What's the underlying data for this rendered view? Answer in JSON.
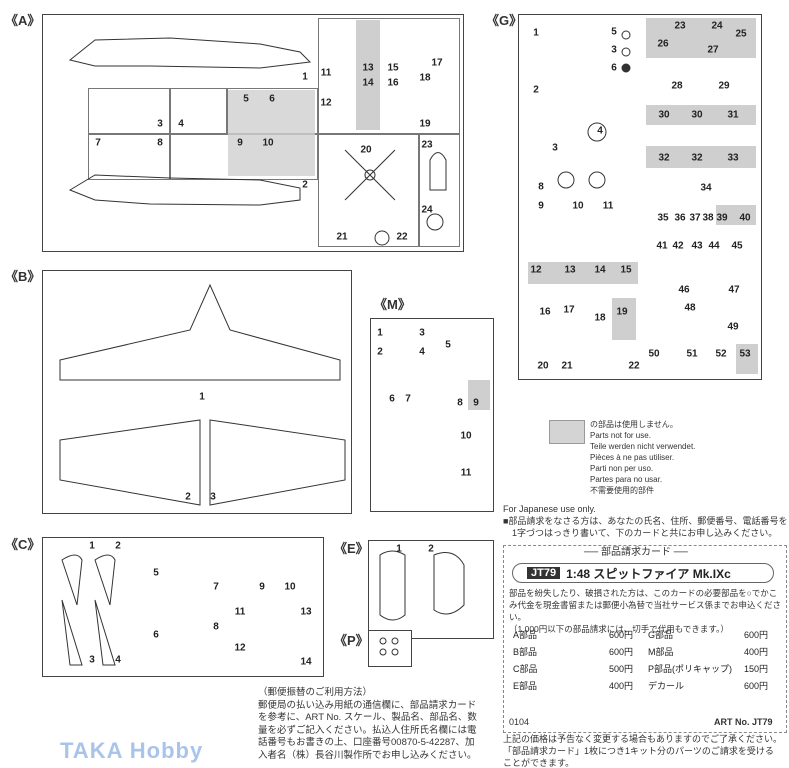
{
  "sprues": {
    "A": {
      "label": "《A》",
      "parts": [
        "1",
        "11",
        "12",
        "13",
        "14",
        "15",
        "16",
        "17",
        "18",
        "19",
        "3",
        "4",
        "5",
        "6",
        "7",
        "8",
        "9",
        "10",
        "20",
        "23",
        "2",
        "24",
        "21",
        "22"
      ]
    },
    "B": {
      "label": "《B》",
      "parts": [
        "1",
        "2",
        "3"
      ]
    },
    "M": {
      "label": "《M》",
      "parts": [
        "1",
        "3",
        "2",
        "4",
        "5",
        "6",
        "7",
        "8",
        "9",
        "10",
        "11"
      ]
    },
    "G": {
      "label": "《G》",
      "parts": [
        "1",
        "5",
        "3",
        "6",
        "23",
        "24",
        "25",
        "26",
        "27",
        "2",
        "28",
        "29",
        "30",
        "30",
        "31",
        "4",
        "3",
        "32",
        "32",
        "33",
        "34",
        "8",
        "9",
        "10",
        "11",
        "35",
        "36",
        "37",
        "38",
        "39",
        "40",
        "41",
        "42",
        "43",
        "44",
        "45",
        "12",
        "13",
        "14",
        "15",
        "46",
        "47",
        "48",
        "49",
        "16",
        "17",
        "18",
        "19",
        "50",
        "51",
        "52",
        "53",
        "20",
        "21",
        "22"
      ]
    },
    "C": {
      "label": "《C》",
      "parts": [
        "1",
        "2",
        "5",
        "7",
        "9",
        "10",
        "6",
        "8",
        "11",
        "12",
        "13",
        "14",
        "3",
        "4"
      ]
    },
    "E": {
      "label": "《E》",
      "parts": [
        "1",
        "2"
      ]
    },
    "P": {
      "label": "《P》",
      "parts": []
    }
  },
  "legend": {
    "lines": [
      "の部品は使用しません。",
      "Parts not for use.",
      "Teile werden nicht verwendet.",
      "Pièces à ne pas utiliser.",
      "Parti non per uso.",
      "Partes para no usar.",
      "不需要使用的部件"
    ],
    "shade_color": "#d4d4d4"
  },
  "order_info": {
    "japan_only": "For Japanese use only.",
    "instruction_1": "■部品請求をなさる方は、あなたの氏名、住所、郵便番号、電話番号を",
    "instruction_2": "1字づつはっきり書いて、下のカードと共にお申し込みください。"
  },
  "card": {
    "heading": "── 部品請求カード ──",
    "code": "JT79",
    "title": "1:48 スピットファイア Mk.IXc",
    "desc_1": "部品を紛失したり、破損された方は、このカードの必要部品を○でかこ",
    "desc_2": "み代金を現金書留または郵便小為替で当社サービス係までお申込ください。",
    "desc_3": "（1,000円以下の部品請求には、切手で代用もできます。）",
    "prices": [
      {
        "name": "A部品",
        "price": "600円"
      },
      {
        "name": "G部品",
        "price": "600円"
      },
      {
        "name": "B部品",
        "price": "600円"
      },
      {
        "name": "M部品",
        "price": "400円"
      },
      {
        "name": "C部品",
        "price": "500円"
      },
      {
        "name": "P部品(ポリキャップ)",
        "price": "150円"
      },
      {
        "name": "E部品",
        "price": "400円"
      },
      {
        "name": "デカール",
        "price": "600円"
      }
    ],
    "code_number": "0104",
    "art_no": "ART No. JT79"
  },
  "footer_note": [
    "上記の価格は予告なく変更する場合もありますのでご了承ください。",
    "「部品請求カード」1枚につき1キット分のパーツのご請求を受ける",
    "ことができます。"
  ],
  "postal": {
    "title": "（郵便振替のご利用方法）",
    "lines": [
      "郵便局の払い込み用紙の通信欄に、部品請求カード",
      "を参考に、ART No. スケール、製品名、部品名、数",
      "量を必ずご記入ください。払込人住所氏名欄には電",
      "話番号もお書きの上、口座番号00870-5-42287、加",
      "入者名（株）長谷川製作所でお申し込みください。"
    ]
  },
  "watermark": "TAKA Hobby"
}
